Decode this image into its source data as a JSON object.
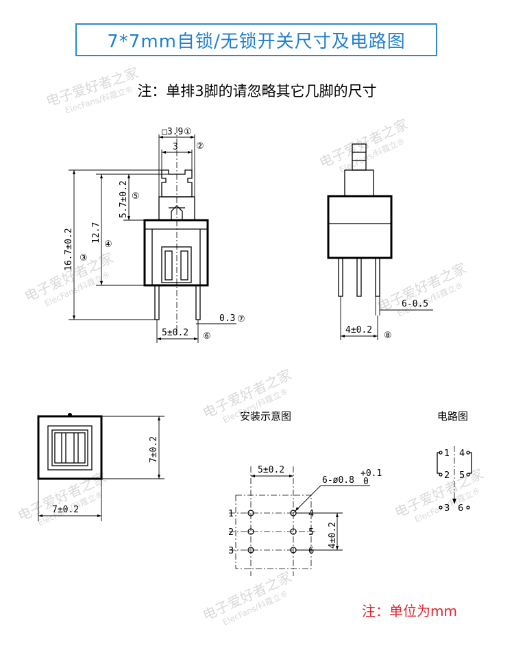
{
  "title": "7*7mm自锁/无锁开关尺寸及电路图",
  "note_top": "注：单排3脚的请忽略其它几脚的尺寸",
  "note_unit": "注：单位为mm",
  "labels": {
    "install_diagram": "安装示意图",
    "circuit_diagram": "电路图"
  },
  "watermark": {
    "cn": "电子爱好者之家",
    "en": "ElecFans/科蔻立®"
  },
  "side_view_dims": {
    "d1": "3.9",
    "d1_prefix": "□",
    "d1_marker": "①",
    "d2": "3",
    "d2_marker": "②",
    "d5": "5.7±0.2",
    "d5_marker": "⑤",
    "d4": "12.7",
    "d4_marker": "④",
    "d3": "16.7±0.2",
    "d3_marker": "③",
    "d6": "5±0.2",
    "d6_marker": "⑥",
    "d7": "0.3",
    "d7_marker": "⑦"
  },
  "front_view_dims": {
    "pin_width": "6-0.5",
    "pitch": "4±0.2",
    "pitch_marker": "⑧"
  },
  "top_view_dims": {
    "height": "7±0.2",
    "width": "7±0.2"
  },
  "install": {
    "row_spacing": "5±0.2",
    "hole_label": "6-ø0.8",
    "tol_upper": "+0.1",
    "tol_lower": "0",
    "pitch": "4±0.2",
    "left_pins": [
      "1",
      "2",
      "3"
    ],
    "right_pins": [
      "4",
      "5",
      "6"
    ]
  },
  "circuit": {
    "row1": [
      "1",
      "4"
    ],
    "row2": [
      "2",
      "5"
    ],
    "row3": [
      "3",
      "6"
    ]
  },
  "colors": {
    "title_blue": "#1f7fd0",
    "border_blue": "#2a87d0",
    "note_red": "#e0262c",
    "watermark_gray": "#d9d9d9"
  }
}
